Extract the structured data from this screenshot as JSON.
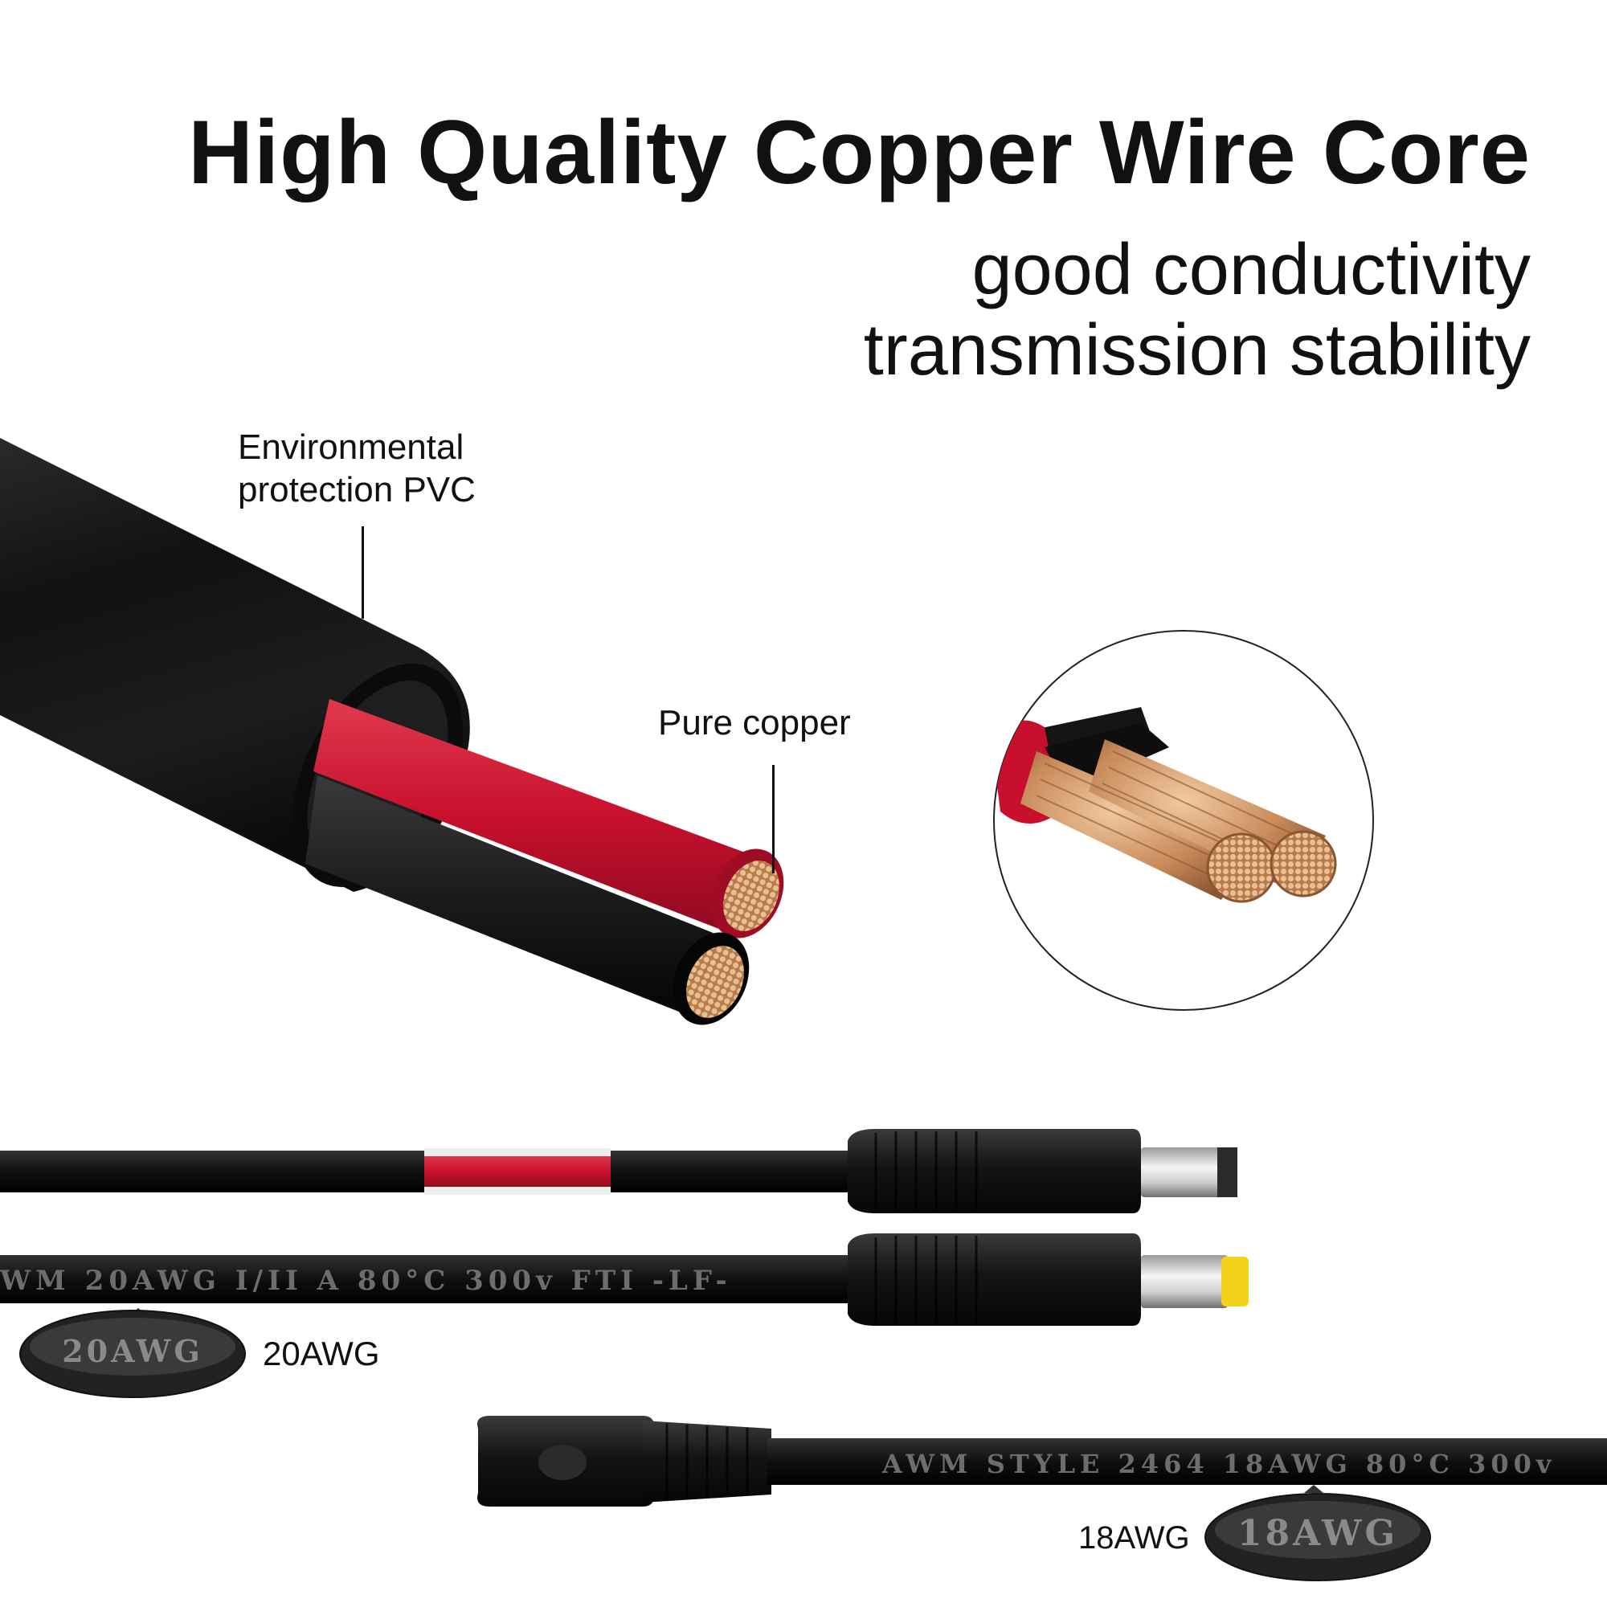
{
  "headline": {
    "title": "High Quality Copper Wire Core",
    "subtitle_1": "good conductivity",
    "subtitle_2": "transmission stability"
  },
  "callouts": {
    "jacket": "Environmental\nprotection PVC",
    "conductor": "Pure copper"
  },
  "cable_prints": {
    "upper_cable": "WM 20AWG  I/II A 80°C 300v FTI -LF-",
    "lower_cable": "AWM STYLE 2464 18AWG 80°C 300v"
  },
  "gauge_tags": {
    "upper": {
      "badge": "20AWG",
      "label": "20AWG"
    },
    "lower": {
      "badge": "18AWG",
      "label": "18AWG"
    }
  },
  "colors": {
    "jacket_black": "#1a1a1a",
    "insulation_red": "#c8102e",
    "copper": "#c88a5a",
    "tip_yellow": "#f2d31a"
  }
}
